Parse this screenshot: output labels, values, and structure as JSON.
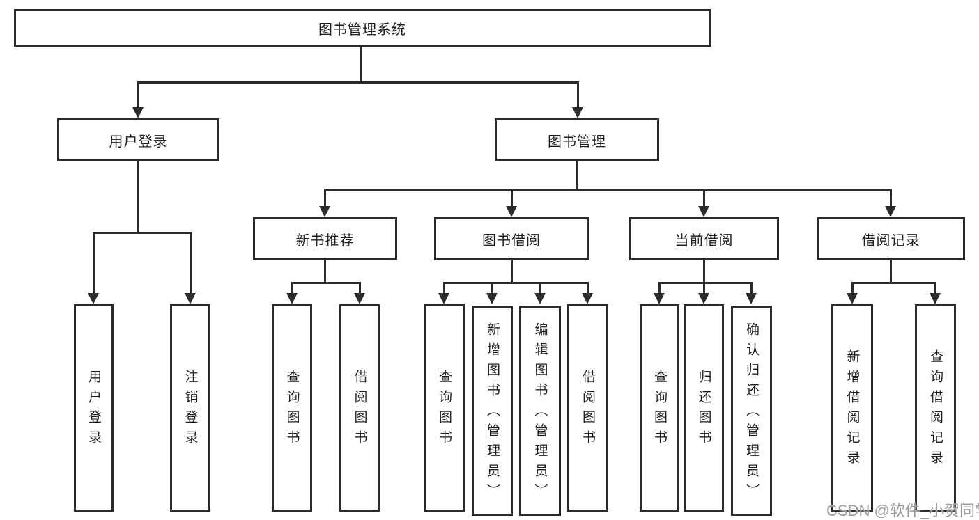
{
  "diagram_title": "图书管理系统",
  "nodes": {
    "root": "图书管理系统",
    "user_login": "用户登录",
    "book_mgmt": "图书管理",
    "new_book": "新书推荐",
    "book_borrow": "图书借阅",
    "current_borrow": "当前借阅",
    "borrow_record": "借阅记录",
    "ul_login": "用户登录",
    "ul_logout": "注销登录",
    "nb_query": "查询图书",
    "nb_borrow": "借阅图书",
    "bb_query": "查询图书",
    "bb_add": "新增图书（管理员）",
    "bb_edit": "编辑图书（管理员）",
    "bb_borrow": "借阅图书",
    "cb_query": "查询图书",
    "cb_return": "归还图书",
    "cb_confirm": "确认归还（管理员）",
    "br_add": "新增借阅记录",
    "br_query": "查询借阅记录"
  },
  "watermark": "CSDN @软件_小贺同学",
  "colors": {
    "line": "#2b2b2b",
    "text": "#1f1f1f",
    "watermark": "#9b9b9b",
    "background": "#ffffff"
  }
}
